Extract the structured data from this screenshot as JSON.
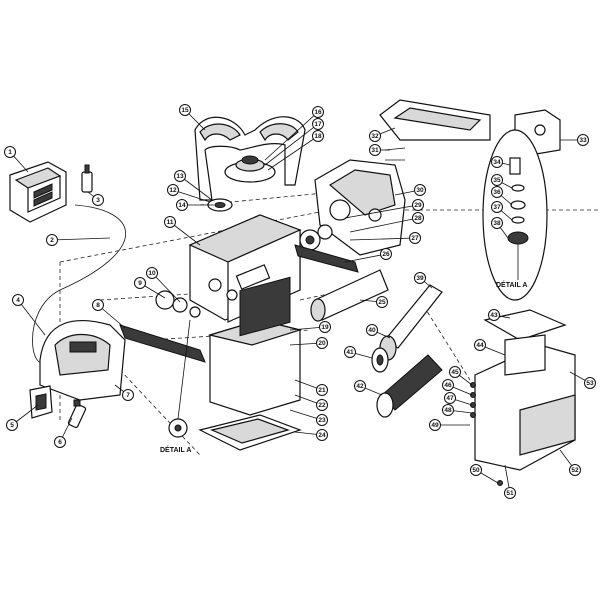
{
  "diagram": {
    "detail_labels": [
      "DÉTAIL A",
      "DÉTAIL A"
    ],
    "callouts": [
      "1",
      "2",
      "3",
      "4",
      "5",
      "6",
      "7",
      "8",
      "9",
      "10",
      "11",
      "12",
      "13",
      "14",
      "15",
      "16",
      "17",
      "18",
      "19",
      "20",
      "21",
      "22",
      "23",
      "24",
      "25",
      "26",
      "27",
      "28",
      "29",
      "30",
      "31",
      "32",
      "33",
      "34",
      "35",
      "36",
      "37",
      "38",
      "39",
      "40",
      "41",
      "42",
      "43",
      "44",
      "45",
      "46",
      "47",
      "48",
      "49",
      "50",
      "51",
      "52",
      "53"
    ]
  }
}
